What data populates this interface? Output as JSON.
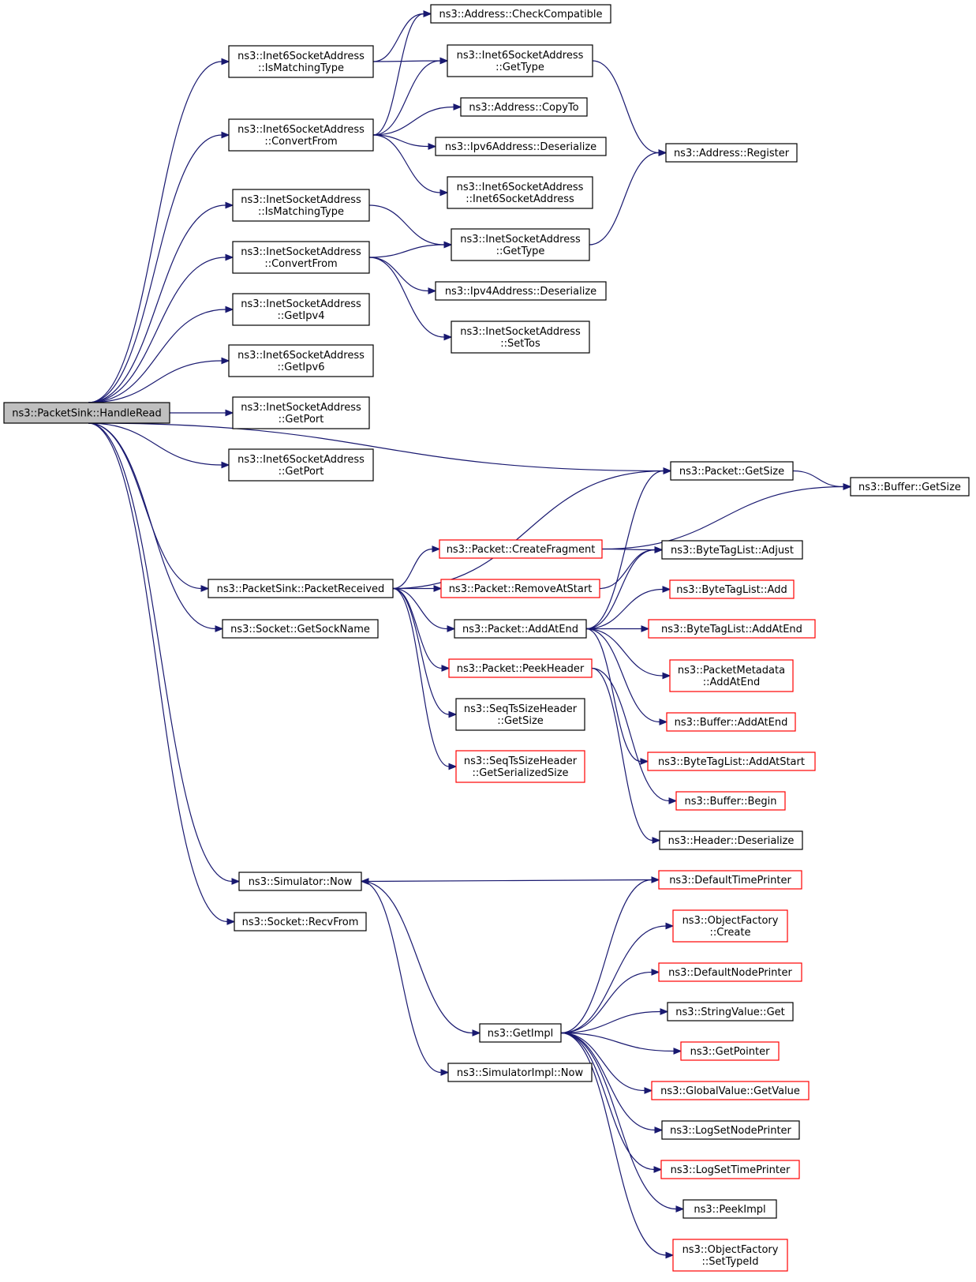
{
  "graph": {
    "colors": {
      "edge": "#191970",
      "normal_border": "#000000",
      "external_border": "#ff0000",
      "root_fill": "#bfbfbf"
    },
    "nodes": [
      {
        "id": "handleRead",
        "lines": [
          "ns3::PacketSink::HandleRead"
        ],
        "style": "root"
      },
      {
        "id": "i6IsMatch",
        "lines": [
          "ns3::Inet6SocketAddress",
          "::IsMatchingType"
        ],
        "style": "normal"
      },
      {
        "id": "i6Convert",
        "lines": [
          "ns3::Inet6SocketAddress",
          "::ConvertFrom"
        ],
        "style": "normal"
      },
      {
        "id": "iIsMatch",
        "lines": [
          "ns3::InetSocketAddress",
          "::IsMatchingType"
        ],
        "style": "normal"
      },
      {
        "id": "iConvert",
        "lines": [
          "ns3::InetSocketAddress",
          "::ConvertFrom"
        ],
        "style": "normal"
      },
      {
        "id": "iGetIpv4",
        "lines": [
          "ns3::InetSocketAddress",
          "::GetIpv4"
        ],
        "style": "normal"
      },
      {
        "id": "i6GetIpv6",
        "lines": [
          "ns3::Inet6SocketAddress",
          "::GetIpv6"
        ],
        "style": "normal"
      },
      {
        "id": "iGetPort",
        "lines": [
          "ns3::InetSocketAddress",
          "::GetPort"
        ],
        "style": "normal"
      },
      {
        "id": "i6GetPort",
        "lines": [
          "ns3::Inet6SocketAddress",
          "::GetPort"
        ],
        "style": "normal"
      },
      {
        "id": "packetReceived",
        "lines": [
          "ns3::PacketSink::PacketReceived"
        ],
        "style": "normal"
      },
      {
        "id": "getSockName",
        "lines": [
          "ns3::Socket::GetSockName"
        ],
        "style": "normal"
      },
      {
        "id": "simNow",
        "lines": [
          "ns3::Simulator::Now"
        ],
        "style": "normal"
      },
      {
        "id": "recvFrom",
        "lines": [
          "ns3::Socket::RecvFrom"
        ],
        "style": "normal"
      },
      {
        "id": "checkCompat",
        "lines": [
          "ns3::Address::CheckCompatible"
        ],
        "style": "normal"
      },
      {
        "id": "i6GetType",
        "lines": [
          "ns3::Inet6SocketAddress",
          "::GetType"
        ],
        "style": "normal"
      },
      {
        "id": "copyTo",
        "lines": [
          "ns3::Address::CopyTo"
        ],
        "style": "normal"
      },
      {
        "id": "ipv6Deser",
        "lines": [
          "ns3::Ipv6Address::Deserialize"
        ],
        "style": "normal"
      },
      {
        "id": "i6Ctor",
        "lines": [
          "ns3::Inet6SocketAddress",
          "::Inet6SocketAddress"
        ],
        "style": "normal"
      },
      {
        "id": "iGetType",
        "lines": [
          "ns3::InetSocketAddress",
          "::GetType"
        ],
        "style": "normal"
      },
      {
        "id": "ipv4Deser",
        "lines": [
          "ns3::Ipv4Address::Deserialize"
        ],
        "style": "normal"
      },
      {
        "id": "iSetTos",
        "lines": [
          "ns3::InetSocketAddress",
          "::SetTos"
        ],
        "style": "normal"
      },
      {
        "id": "createFrag",
        "lines": [
          "ns3::Packet::CreateFragment"
        ],
        "style": "external"
      },
      {
        "id": "removeAtStart",
        "lines": [
          "ns3::Packet::RemoveAtStart"
        ],
        "style": "external"
      },
      {
        "id": "pktAddAtEnd",
        "lines": [
          "ns3::Packet::AddAtEnd"
        ],
        "style": "normal"
      },
      {
        "id": "peekHeader",
        "lines": [
          "ns3::Packet::PeekHeader"
        ],
        "style": "external"
      },
      {
        "id": "seqGetSize",
        "lines": [
          "ns3::SeqTsSizeHeader",
          "::GetSize"
        ],
        "style": "normal"
      },
      {
        "id": "seqSerSize",
        "lines": [
          "ns3::SeqTsSizeHeader",
          "::GetSerializedSize"
        ],
        "style": "external"
      },
      {
        "id": "getImpl",
        "lines": [
          "ns3::GetImpl"
        ],
        "style": "normal"
      },
      {
        "id": "simImplNow",
        "lines": [
          "ns3::SimulatorImpl::Now"
        ],
        "style": "normal"
      },
      {
        "id": "addrRegister",
        "lines": [
          "ns3::Address::Register"
        ],
        "style": "normal"
      },
      {
        "id": "pktGetSize",
        "lines": [
          "ns3::Packet::GetSize"
        ],
        "style": "normal"
      },
      {
        "id": "btlAdjust",
        "lines": [
          "ns3::ByteTagList::Adjust"
        ],
        "style": "normal"
      },
      {
        "id": "btlAdd",
        "lines": [
          "ns3::ByteTagList::Add"
        ],
        "style": "external"
      },
      {
        "id": "btlAddAtEnd",
        "lines": [
          "ns3::ByteTagList::AddAtEnd"
        ],
        "style": "external"
      },
      {
        "id": "pmAddAtEnd",
        "lines": [
          "ns3::PacketMetadata",
          "::AddAtEnd"
        ],
        "style": "external"
      },
      {
        "id": "bufAddAtEnd",
        "lines": [
          "ns3::Buffer::AddAtEnd"
        ],
        "style": "external"
      },
      {
        "id": "btlAddAtStart",
        "lines": [
          "ns3::ByteTagList::AddAtStart"
        ],
        "style": "external"
      },
      {
        "id": "bufBegin",
        "lines": [
          "ns3::Buffer::Begin"
        ],
        "style": "external"
      },
      {
        "id": "hdrDeser",
        "lines": [
          "ns3::Header::Deserialize"
        ],
        "style": "normal"
      },
      {
        "id": "defTimePrinter",
        "lines": [
          "ns3::DefaultTimePrinter"
        ],
        "style": "external"
      },
      {
        "id": "ofCreate",
        "lines": [
          "ns3::ObjectFactory",
          "::Create"
        ],
        "style": "external"
      },
      {
        "id": "defNodePrinter",
        "lines": [
          "ns3::DefaultNodePrinter"
        ],
        "style": "external"
      },
      {
        "id": "strValGet",
        "lines": [
          "ns3::StringValue::Get"
        ],
        "style": "normal"
      },
      {
        "id": "getPointer",
        "lines": [
          "ns3::GetPointer"
        ],
        "style": "external"
      },
      {
        "id": "gvGetValue",
        "lines": [
          "ns3::GlobalValue::GetValue"
        ],
        "style": "external"
      },
      {
        "id": "logSetNode",
        "lines": [
          "ns3::LogSetNodePrinter"
        ],
        "style": "normal"
      },
      {
        "id": "logSetTime",
        "lines": [
          "ns3::LogSetTimePrinter"
        ],
        "style": "external"
      },
      {
        "id": "peekImpl",
        "lines": [
          "ns3::PeekImpl"
        ],
        "style": "normal"
      },
      {
        "id": "ofSetTypeId",
        "lines": [
          "ns3::ObjectFactory",
          "::SetTypeId"
        ],
        "style": "external"
      },
      {
        "id": "bufGetSize",
        "lines": [
          "ns3::Buffer::GetSize"
        ],
        "style": "normal"
      }
    ],
    "edges": [
      [
        "handleRead",
        "i6IsMatch"
      ],
      [
        "handleRead",
        "i6Convert"
      ],
      [
        "handleRead",
        "iIsMatch"
      ],
      [
        "handleRead",
        "iConvert"
      ],
      [
        "handleRead",
        "iGetIpv4"
      ],
      [
        "handleRead",
        "i6GetIpv6"
      ],
      [
        "handleRead",
        "iGetPort"
      ],
      [
        "handleRead",
        "i6GetPort"
      ],
      [
        "handleRead",
        "pktGetSize"
      ],
      [
        "handleRead",
        "packetReceived"
      ],
      [
        "handleRead",
        "getSockName"
      ],
      [
        "handleRead",
        "simNow"
      ],
      [
        "handleRead",
        "recvFrom"
      ],
      [
        "i6IsMatch",
        "checkCompat"
      ],
      [
        "i6IsMatch",
        "i6GetType"
      ],
      [
        "i6Convert",
        "checkCompat"
      ],
      [
        "i6Convert",
        "i6GetType"
      ],
      [
        "i6Convert",
        "copyTo"
      ],
      [
        "i6Convert",
        "ipv6Deser"
      ],
      [
        "i6Convert",
        "i6Ctor"
      ],
      [
        "i6GetType",
        "addrRegister"
      ],
      [
        "iGetType",
        "addrRegister"
      ],
      [
        "iIsMatch",
        "iGetType"
      ],
      [
        "iConvert",
        "iGetType"
      ],
      [
        "iConvert",
        "ipv4Deser"
      ],
      [
        "iConvert",
        "iSetTos"
      ],
      [
        "packetReceived",
        "pktGetSize"
      ],
      [
        "packetReceived",
        "createFrag"
      ],
      [
        "packetReceived",
        "removeAtStart"
      ],
      [
        "packetReceived",
        "pktAddAtEnd"
      ],
      [
        "packetReceived",
        "peekHeader"
      ],
      [
        "packetReceived",
        "seqGetSize"
      ],
      [
        "packetReceived",
        "seqSerSize"
      ],
      [
        "pktGetSize",
        "bufGetSize"
      ],
      [
        "createFrag",
        "bufGetSize"
      ],
      [
        "createFrag",
        "btlAdjust"
      ],
      [
        "removeAtStart",
        "btlAdjust"
      ],
      [
        "pktAddAtEnd",
        "pktGetSize"
      ],
      [
        "pktAddAtEnd",
        "btlAdjust"
      ],
      [
        "pktAddAtEnd",
        "btlAdd"
      ],
      [
        "pktAddAtEnd",
        "btlAddAtEnd"
      ],
      [
        "pktAddAtEnd",
        "pmAddAtEnd"
      ],
      [
        "pktAddAtEnd",
        "bufAddAtEnd"
      ],
      [
        "pktAddAtEnd",
        "btlAddAtStart"
      ],
      [
        "peekHeader",
        "bufBegin"
      ],
      [
        "peekHeader",
        "hdrDeser"
      ],
      [
        "simNow",
        "getImpl"
      ],
      [
        "simNow",
        "simImplNow"
      ],
      [
        "defTimePrinter",
        "simNow"
      ],
      [
        "getImpl",
        "defTimePrinter"
      ],
      [
        "getImpl",
        "ofCreate"
      ],
      [
        "getImpl",
        "defNodePrinter"
      ],
      [
        "getImpl",
        "strValGet"
      ],
      [
        "getImpl",
        "getPointer"
      ],
      [
        "getImpl",
        "gvGetValue"
      ],
      [
        "getImpl",
        "logSetNode"
      ],
      [
        "getImpl",
        "logSetTime"
      ],
      [
        "getImpl",
        "peekImpl"
      ],
      [
        "getImpl",
        "ofSetTypeId"
      ]
    ]
  }
}
